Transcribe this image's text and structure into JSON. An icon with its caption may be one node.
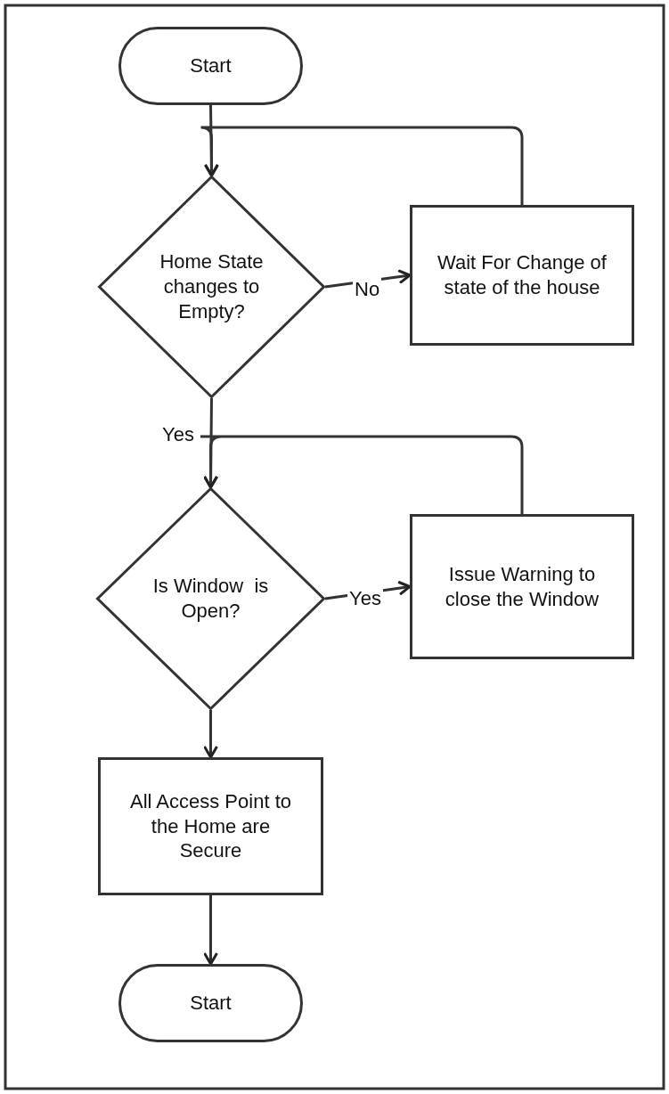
{
  "diagram": {
    "nodes": [
      {
        "text": [
          "Start"
        ]
      },
      {
        "text": [
          "Home State changes to Empty?"
        ]
      },
      {
        "text": [
          "Wait For Change of state of the house"
        ]
      },
      {
        "text": [
          "Is Window  is Open?"
        ]
      },
      {
        "text": [
          "Issue Warning to close the Window"
        ]
      },
      {
        "text": [
          "All Access Point to the Home are Secure"
        ]
      },
      {
        "text": [
          "Start"
        ]
      }
    ],
    "edges": [
      {
        "from": 0,
        "to": 1,
        "arrow": "to"
      },
      {
        "from": 1,
        "to": 2,
        "arrow": "to",
        "label": "No"
      },
      {
        "from": 2,
        "to": 1,
        "arrow": "to"
      },
      {
        "from": 1,
        "to": 3,
        "arrow": "to",
        "label": "Yes"
      },
      {
        "from": 3,
        "to": 4,
        "arrow": "to",
        "label": "Yes"
      },
      {
        "from": 4,
        "to": 3,
        "arrow": "to"
      },
      {
        "from": 3,
        "to": 5,
        "arrow": "to"
      },
      {
        "from": 5,
        "to": 6,
        "arrow": "to"
      }
    ]
  }
}
